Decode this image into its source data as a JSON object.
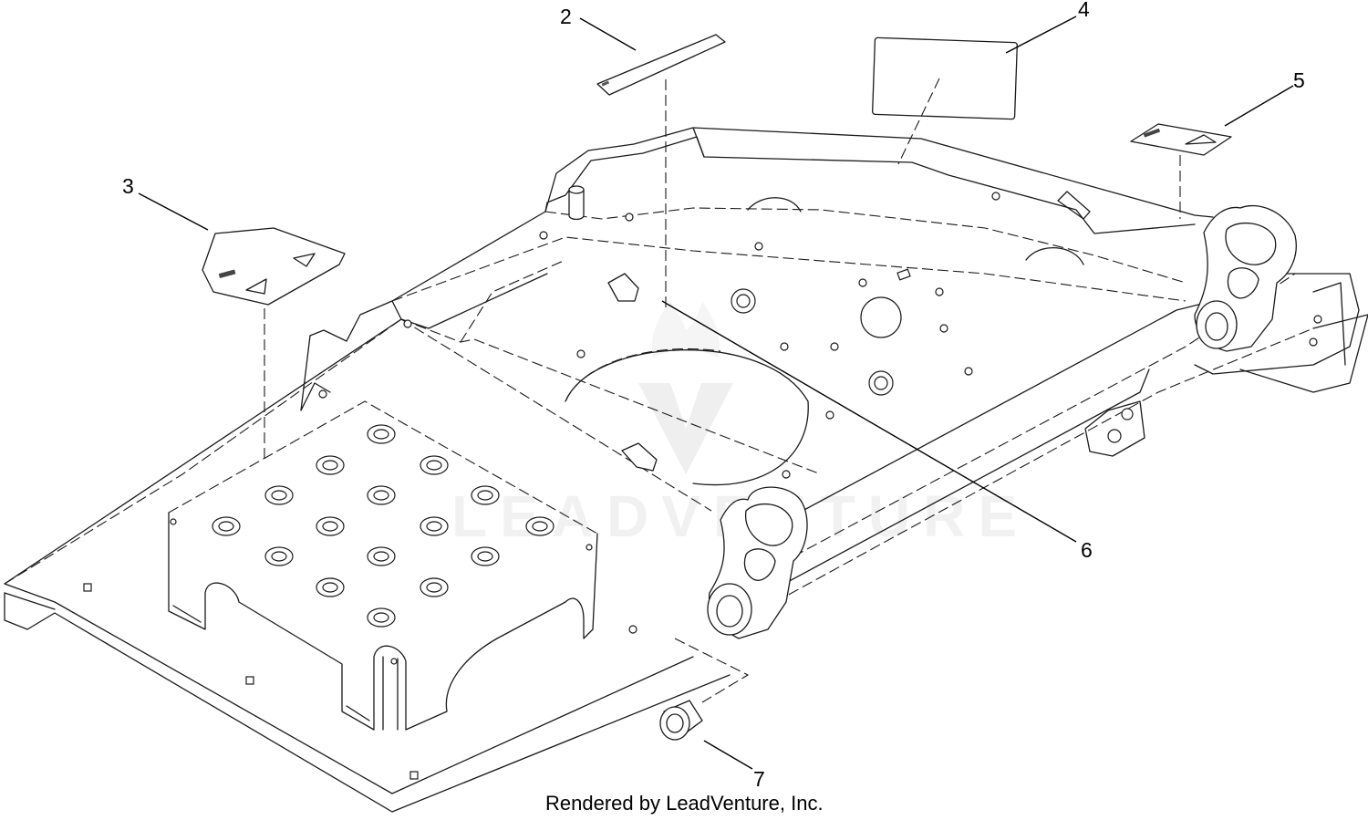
{
  "diagram": {
    "callouts": [
      {
        "id": "c2",
        "label": "2"
      },
      {
        "id": "c3",
        "label": "3"
      },
      {
        "id": "c4",
        "label": "4"
      },
      {
        "id": "c5",
        "label": "5"
      },
      {
        "id": "c6",
        "label": "6"
      },
      {
        "id": "c7",
        "label": "7"
      }
    ],
    "credit": "Rendered by LeadVenture, Inc.",
    "watermark": "LEADVENTURE",
    "colors": {
      "line": "#1a1a1a",
      "watermark": "#e6e6e6",
      "background": "#ffffff"
    }
  }
}
